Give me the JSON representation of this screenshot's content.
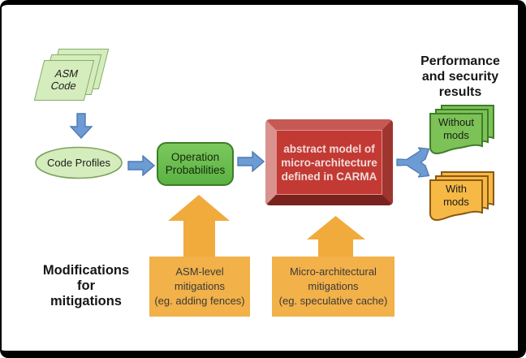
{
  "colors": {
    "arrow_blue": "#6d9bd3",
    "light_green": "#d5ecbc",
    "node_green": "#5bb243",
    "doc_green": "#7cc256",
    "doc_orange": "#f6b945",
    "mitigation_orange": "#f2b149",
    "model_red": "#c23a33",
    "frame_black": "#000000"
  },
  "nodes": {
    "asm_code": {
      "lines": [
        "ASM",
        "Code"
      ]
    },
    "code_profiles": {
      "label": "Code Profiles"
    },
    "operation_probabilities": {
      "lines": [
        "Operation",
        "Probabilities"
      ]
    },
    "carma_model": {
      "lines": [
        "abstract model of",
        "micro-architecture",
        "defined in CARMA"
      ]
    },
    "without_mods": {
      "lines": [
        "Without",
        "mods"
      ]
    },
    "with_mods": {
      "lines": [
        "With",
        "mods"
      ]
    }
  },
  "captions": {
    "results": {
      "lines": [
        "Performance",
        "and security",
        "results"
      ]
    },
    "modifications": {
      "lines": [
        "Modifications",
        "for",
        "mitigations"
      ]
    }
  },
  "mitigations": {
    "asm_level": {
      "lines": [
        "ASM-level",
        "mitigations",
        "(eg. adding fences)"
      ]
    },
    "micro_architectural": {
      "lines": [
        "Micro-architectural",
        "mitigations",
        "(eg. speculative cache)"
      ]
    }
  }
}
